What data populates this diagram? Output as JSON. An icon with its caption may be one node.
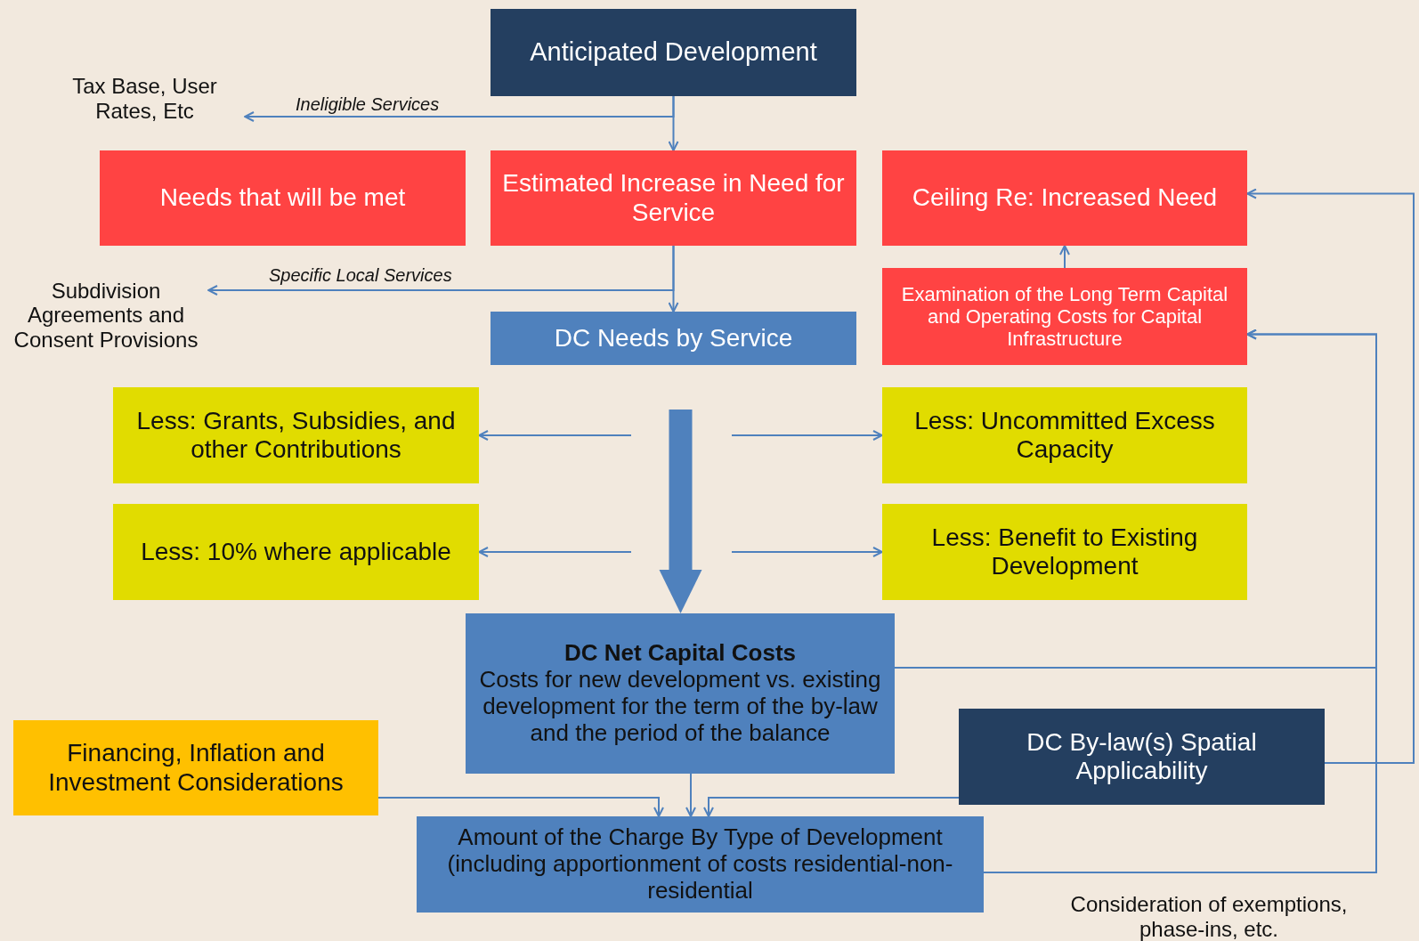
{
  "diagram": {
    "nodes": [
      {
        "text": [
          "Anticipated Development"
        ]
      },
      {
        "text": [
          "Tax Base, User Rates, Etc"
        ]
      },
      {
        "text": [
          "Needs that will be met"
        ]
      },
      {
        "text": [
          "Estimated Increase in Need for Service"
        ]
      },
      {
        "text": [
          "Ceiling Re: Increased Need"
        ]
      },
      {
        "text": [
          "Subdivision Agreements and Consent Provisions"
        ]
      },
      {
        "text": [
          "DC Needs by Service"
        ]
      },
      {
        "text": [
          "Examination of the Long Term Capital and Operating Costs for Capital Infrastructure"
        ]
      },
      {
        "text": [
          "Less: Grants, Subsidies, and other Contributions"
        ]
      },
      {
        "text": [
          "Less: Uncommitted Excess Capacity"
        ]
      },
      {
        "text": [
          "Less: 10% where applicable"
        ]
      },
      {
        "text": [
          "Less: Benefit to Existing Development"
        ]
      },
      {
        "text": [
          "DC Net Capital Costs",
          "Costs for new development vs. existing development for the term of the by-law and the period of the balance"
        ]
      },
      {
        "text": [
          "Financing, Inflation and Investment Considerations"
        ]
      },
      {
        "text": [
          "DC By-law(s) Spatial Applicability"
        ]
      },
      {
        "text": [
          "Amount of the Charge By Type of Development (including apportionment of costs residential-non-residential"
        ]
      }
    ],
    "edges": [
      {
        "from": 0,
        "to": 3,
        "arrow": "to"
      },
      {
        "from": 0,
        "to": 1,
        "arrow": "to",
        "label": "Ineligible Services"
      },
      {
        "from": 3,
        "to": 6,
        "arrow": "to"
      },
      {
        "from": 3,
        "to": 5,
        "arrow": "to",
        "label": "Specific Local Services"
      },
      {
        "from": 7,
        "to": 4,
        "arrow": "to"
      },
      {
        "from": 6,
        "to": 12,
        "arrow": "to",
        "style": "thick"
      },
      {
        "from": null,
        "to": 8,
        "arrow": "to"
      },
      {
        "from": null,
        "to": 9,
        "arrow": "to"
      },
      {
        "from": null,
        "to": 10,
        "arrow": "to"
      },
      {
        "from": null,
        "to": 11,
        "arrow": "to"
      },
      {
        "from": 12,
        "to": 7,
        "arrow": "to"
      },
      {
        "from": 15,
        "to": 7,
        "arrow": "to",
        "label": "Consideration of exemptions, phase-ins, etc."
      },
      {
        "from": 14,
        "to": 4,
        "arrow": "to"
      },
      {
        "from": 13,
        "to": 15,
        "arrow": "to"
      },
      {
        "from": 14,
        "to": 15,
        "arrow": "to"
      },
      {
        "from": 12,
        "to": 15,
        "arrow": "to"
      }
    ]
  }
}
